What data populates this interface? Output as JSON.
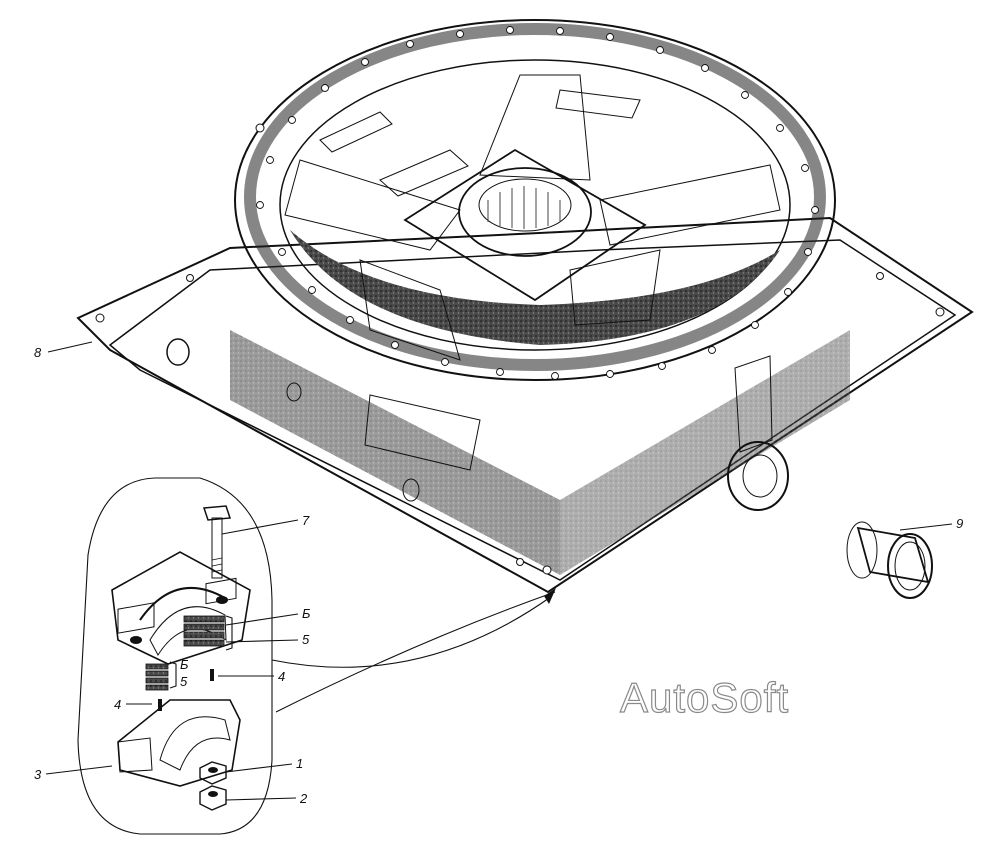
{
  "labels": {
    "l1": "1",
    "l2": "2",
    "l3": "3",
    "l4a": "4",
    "l4b": "4",
    "l5a": "5",
    "l5b": "5",
    "l6a": "Б",
    "l6b": "Б",
    "l7": "7",
    "l8": "8",
    "l9": "9"
  },
  "watermark": "AutoSoft"
}
